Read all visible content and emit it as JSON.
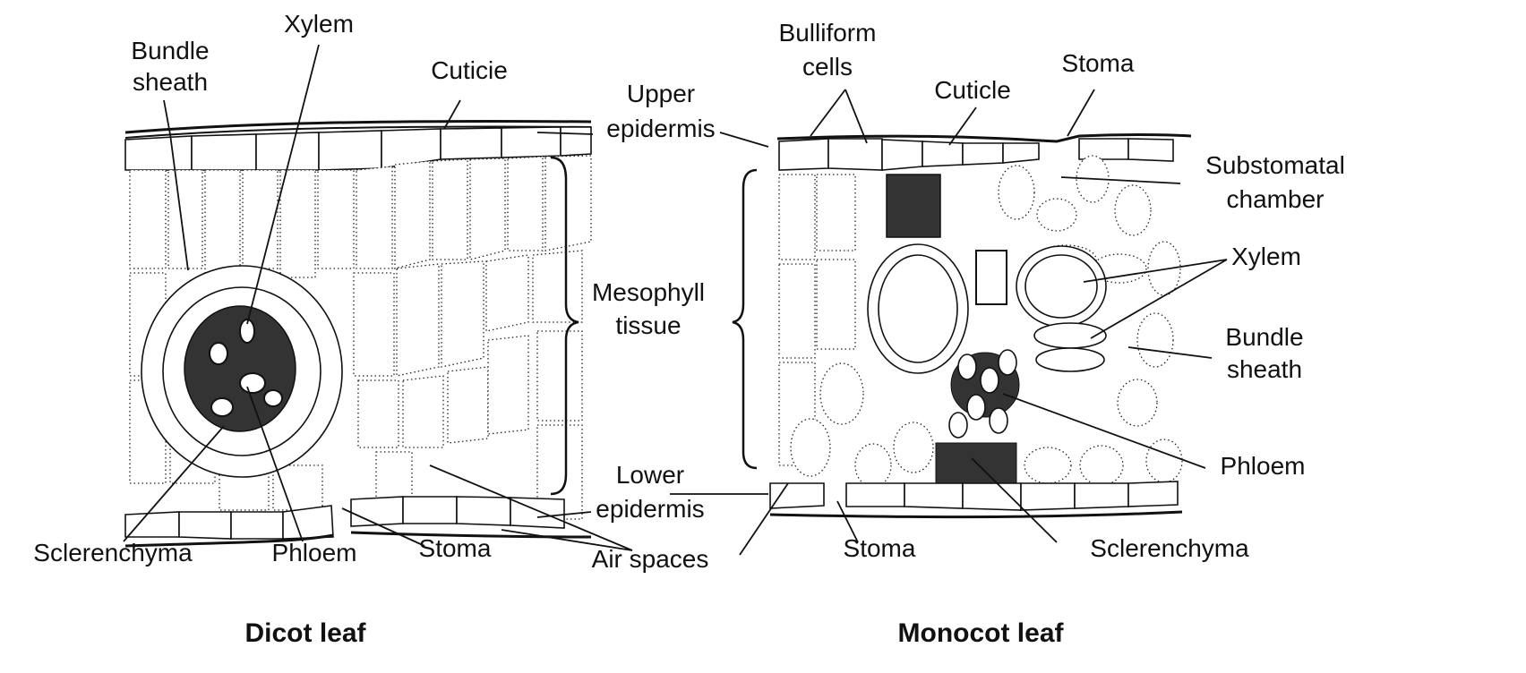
{
  "dicot": {
    "caption": "Dicot leaf",
    "labels": {
      "xylem": "Xylem",
      "bundle_sheath_1": "Bundle",
      "bundle_sheath_2": "sheath",
      "cuticle": "Cuticie",
      "upper_epidermis_1": "Upper",
      "upper_epidermis_2": "epidermis",
      "mesophyll_1": "Mesophyll",
      "mesophyll_2": "tissue",
      "lower_epidermis_1": "Lower",
      "lower_epidermis_2": "epidermis",
      "sclerenchyma": "Sclerenchyma",
      "phloem": "Phloem",
      "stoma": "Stoma",
      "air_spaces": "Air spaces"
    }
  },
  "monocot": {
    "caption": "Monocot leaf",
    "labels": {
      "bulliform_1": "Bulliform",
      "bulliform_2": "cells",
      "cuticle": "Cuticle",
      "stoma_top": "Stoma",
      "substomatal_1": "Substomatal",
      "substomatal_2": "chamber",
      "xylem": "Xylem",
      "bundle_sheath_1": "Bundle",
      "bundle_sheath_2": "sheath",
      "phloem": "Phloem",
      "stoma_bottom": "Stoma",
      "sclerenchyma": "Sclerenchyma"
    }
  }
}
